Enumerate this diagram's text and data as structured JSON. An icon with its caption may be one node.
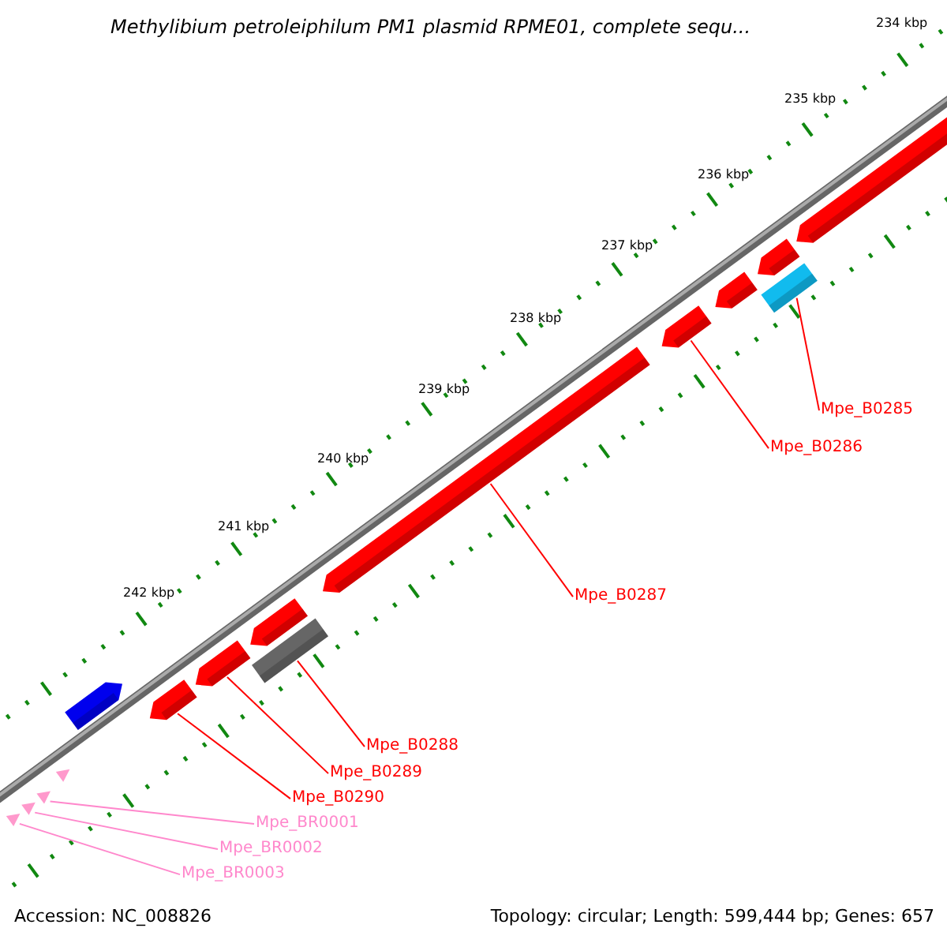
{
  "diagram": {
    "title": "Methylibium petroleiphilum PM1 plasmid RPME01, complete sequ...",
    "nodes": [
      {
        "text": [],
        "shape": "triangle"
      },
      {
        "text": [],
        "shape": "triangle"
      },
      {
        "text": [],
        "shape": "triangle"
      },
      {
        "text": [],
        "shape": "triangle"
      },
      {
        "text": [],
        "shape": "arrow"
      },
      {
        "text": [],
        "shape": "arrow"
      },
      {
        "text": [],
        "shape": "arrow"
      },
      {
        "text": [],
        "shape": "arrow"
      },
      {
        "text": [],
        "shape": "box"
      },
      {
        "text": [],
        "shape": "arrow"
      },
      {
        "text": [],
        "shape": "arrow"
      },
      {
        "text": [],
        "shape": "arrow"
      },
      {
        "text": [],
        "shape": "arrow"
      },
      {
        "text": [],
        "shape": "box"
      },
      {
        "text": [],
        "shape": "arrow"
      },
      {
        "text": [
          "Mpe_B0285"
        ]
      },
      {
        "text": [
          "Mpe_B0286"
        ]
      },
      {
        "text": [
          "Mpe_B0287"
        ]
      },
      {
        "text": [
          "Mpe_B0288"
        ]
      },
      {
        "text": [
          "Mpe_B0289"
        ]
      },
      {
        "text": [
          "Mpe_B0290"
        ]
      },
      {
        "text": [
          "Mpe_BR0001"
        ]
      },
      {
        "text": [
          "Mpe_BR0002"
        ]
      },
      {
        "text": [
          "Mpe_BR0003"
        ]
      }
    ],
    "edges": [
      {
        "from": 15,
        "to": 13,
        "arrow": "none"
      },
      {
        "from": 16,
        "to": 10,
        "arrow": "none"
      },
      {
        "from": 17,
        "to": 9,
        "arrow": "none"
      },
      {
        "from": 18,
        "to": 8,
        "arrow": "none"
      },
      {
        "from": 19,
        "to": 6,
        "arrow": "none"
      },
      {
        "from": 20,
        "to": 5,
        "arrow": "none"
      },
      {
        "from": 21,
        "to": 2,
        "arrow": "none",
        "color": "#ff88cc"
      },
      {
        "from": 22,
        "to": 1,
        "arrow": "none",
        "color": "#ff88cc"
      },
      {
        "from": 23,
        "to": 0,
        "arrow": "none",
        "color": "#ff88cc"
      }
    ],
    "labels": [
      "234 kbp",
      "235 kbp",
      "236 kbp",
      "237 kbp",
      "238 kbp",
      "239 kbp",
      "240 kbp",
      "241 kbp",
      "242 kbp",
      "Accession: NC_008826",
      "Topology: circular; Length: 599,444 bp; Genes: 657"
    ]
  }
}
